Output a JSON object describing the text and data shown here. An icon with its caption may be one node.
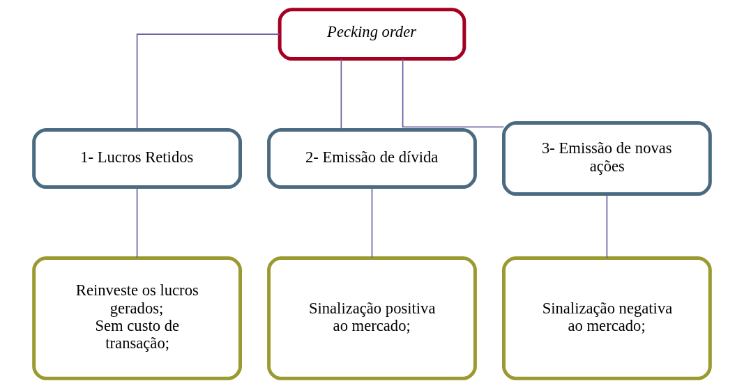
{
  "diagram": {
    "nodes": [
      {
        "text": [
          "Pecking order"
        ]
      },
      {
        "text": [
          "1- Lucros Retidos"
        ]
      },
      {
        "text": [
          "2- Emissão de dívida"
        ]
      },
      {
        "text": [
          "3- Emissão de novas ações"
        ]
      },
      {
        "text": [
          "Reinveste os lucros gerados;",
          "Sem custo de transação;"
        ]
      },
      {
        "text": [
          "Sinalização positiva ao mercado;"
        ]
      },
      {
        "text": [
          "Sinalização negativa ao mercado;"
        ]
      }
    ],
    "edges": [
      {
        "from": 0,
        "to": 1,
        "arrow": "none"
      },
      {
        "from": 0,
        "to": 2,
        "arrow": "none"
      },
      {
        "from": 0,
        "to": 3,
        "arrow": "none"
      },
      {
        "from": 1,
        "to": 4,
        "arrow": "none"
      },
      {
        "from": 2,
        "to": 5,
        "arrow": "none"
      },
      {
        "from": 3,
        "to": 6,
        "arrow": "none"
      }
    ]
  }
}
